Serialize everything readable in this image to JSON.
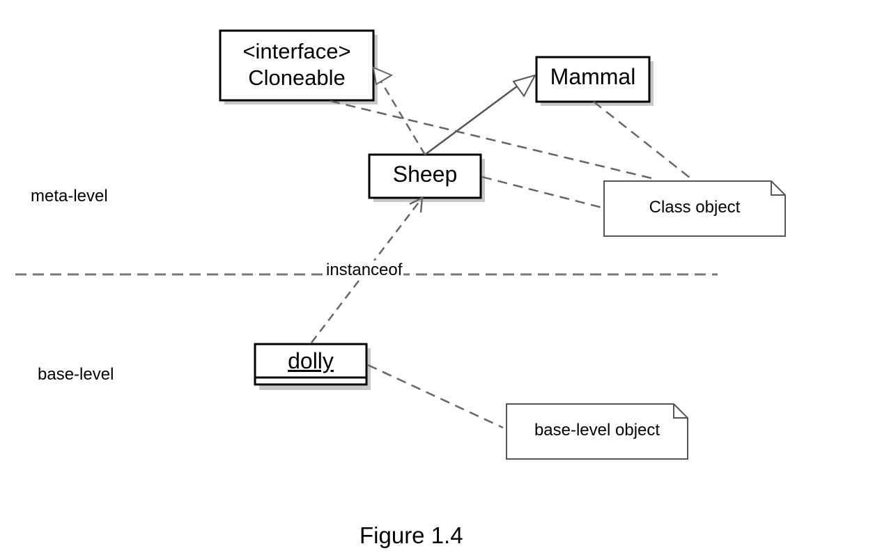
{
  "levels": {
    "meta": "meta-level",
    "base": "base-level"
  },
  "classes": {
    "cloneable": {
      "stereotype": "<interface>",
      "name": "Cloneable"
    },
    "mammal": "Mammal",
    "sheep": "Sheep"
  },
  "instance": {
    "name": "dolly"
  },
  "relation": {
    "instanceof": "instanceof"
  },
  "notes": {
    "class_object": "Class object",
    "base_level_object": "base-level object"
  },
  "caption": "Figure 1.4",
  "colors": {
    "line": "#666666",
    "border": "#000000",
    "shadow": "#c8c8c8"
  }
}
